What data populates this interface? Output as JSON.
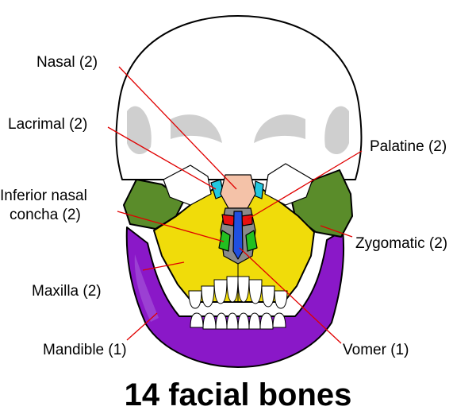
{
  "title": "14 facial bones",
  "labels": {
    "nasal": "Nasal (2)",
    "lacrimal": "Lacrimal (2)",
    "inferior_line1": "Inferior nasal",
    "inferior_line2": "concha (2)",
    "maxilla": "Maxilla (2)",
    "mandible": "Mandible (1)",
    "palatine": "Palatine (2)",
    "zygomatic": "Zygomatic (2)",
    "vomer": "Vomer (1)"
  },
  "colors": {
    "nasal": "#f4c2a8",
    "lacrimal": "#22c8e0",
    "inferior_concha": "#22c020",
    "maxilla": "#f0dc0a",
    "mandible": "#8a18c8",
    "palatine": "#e81010",
    "zygomatic": "#5a8c2a",
    "vomer": "#2050e0",
    "nasal_cavity": "#8a8a8a",
    "skull": "#ffffff",
    "leader": "#e00000"
  }
}
